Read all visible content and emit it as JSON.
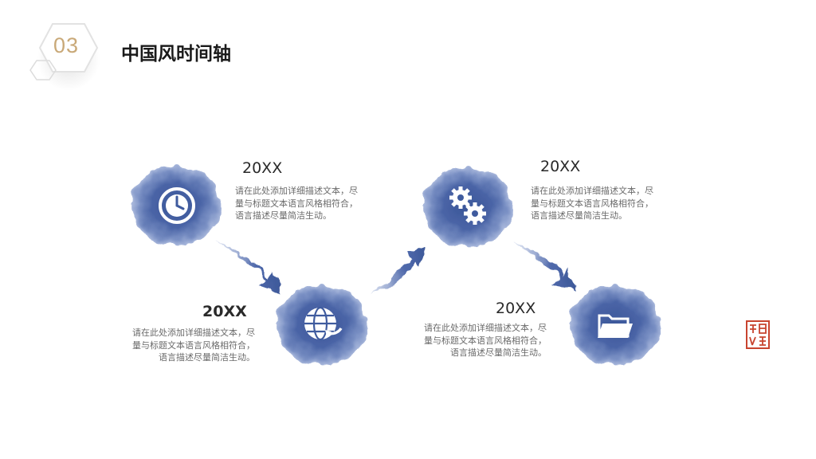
{
  "header": {
    "section_number": "03",
    "title": "中国风时间轴"
  },
  "colors": {
    "ink_blue": "#3f5b9e",
    "ink_blue_light": "#7d93c6",
    "gold": "#c9a978",
    "seal_red": "#c8442f"
  },
  "timeline": [
    {
      "year": "20XX",
      "icon": "clock-icon",
      "lines": [
        "请在此处添加详细描述文本，尽",
        "量与标题文本语言风格相符合，",
        "语言描述尽量简洁生动。"
      ]
    },
    {
      "year": "20XX",
      "icon": "globe-refresh-icon",
      "lines": [
        "请在此处添加详细描述文本，尽",
        "量与标题文本语言风格相符合，",
        "语言描述尽量简洁生动。"
      ]
    },
    {
      "year": "20XX",
      "icon": "gears-icon",
      "lines": [
        "请在此处添加详细描述文本，尽",
        "量与标题文本语言风格相符合，",
        "语言描述尽量简洁生动。"
      ]
    },
    {
      "year": "20XX",
      "icon": "folder-icon",
      "lines": [
        "请在此处添加详细描述文本，尽",
        "量与标题文本语言风格相符合，",
        "语言描述尽量简洁生动。"
      ]
    }
  ]
}
